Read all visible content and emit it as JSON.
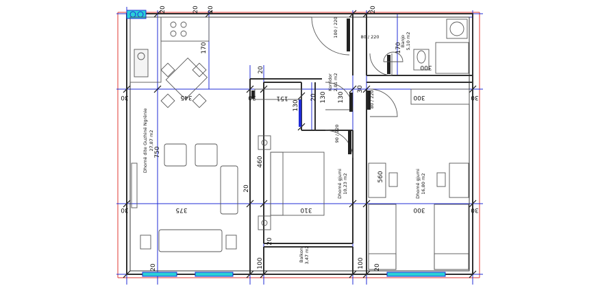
{
  "rooms": {
    "living": {
      "name": "Dhomë dite Guzhinë Ngrënie",
      "area": "27,87 m2"
    },
    "bath": {
      "name": "Banjo",
      "area": "5,10 m2"
    },
    "corridor": {
      "name": "Korridor",
      "area": "2,01 m2"
    },
    "bed1": {
      "name": "Dhomë gjumi",
      "area": "10,23 m2"
    },
    "bed2": {
      "name": "Dhomë gjumi",
      "area": "16,80 m2"
    },
    "balcony": {
      "name": "Balkon",
      "area": "3,47 m2"
    }
  },
  "dims": {
    "d20a": "20",
    "d20b": "20",
    "d20c": "20",
    "d20d": "20",
    "d20e": "20",
    "d20f": "20",
    "d20g": "20",
    "d20h": "20",
    "d20i": "20",
    "d20j": "20",
    "d170a": "170",
    "d170b": "170",
    "d345": "345",
    "d375": "375",
    "d750": "750",
    "d460": "460",
    "d310": "310",
    "d560": "560",
    "d300a": "300",
    "d300b": "300",
    "d300c": "300",
    "d151": "151",
    "d130a": "130",
    "d130b": "130",
    "d130c": "130",
    "d30a": "30",
    "d30b": "30",
    "d30c": "30",
    "d30d": "30",
    "d30e": "30",
    "d30f": "30",
    "d100a": "100",
    "d100b": "100",
    "door100_220": "100 / 220",
    "door80_220a": "80 / 220",
    "door80_220b": "80 / 220",
    "door90_220": "90 / 220"
  }
}
